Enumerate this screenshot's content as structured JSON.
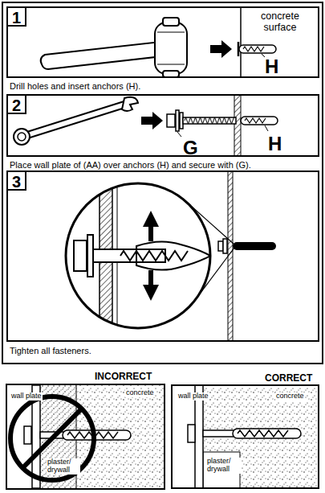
{
  "diagram": {
    "nodes": [
      {
        "text": [
          "1",
          "concrete surface",
          "H",
          "Drill holes and insert anchors (H)."
        ]
      },
      {
        "text": [
          "2",
          "G",
          "H",
          "Place wall plate of (AA) over anchors (H) and secure with (G)."
        ]
      },
      {
        "text": [
          "3",
          "Tighten all fasteners."
        ]
      },
      {
        "text": [
          "INCORRECT",
          "wall plate",
          "concrete",
          "plaster/ drywall"
        ]
      },
      {
        "text": [
          "CORRECT",
          "wall plate",
          "concrete",
          "plaster/ drywall"
        ]
      }
    ]
  }
}
